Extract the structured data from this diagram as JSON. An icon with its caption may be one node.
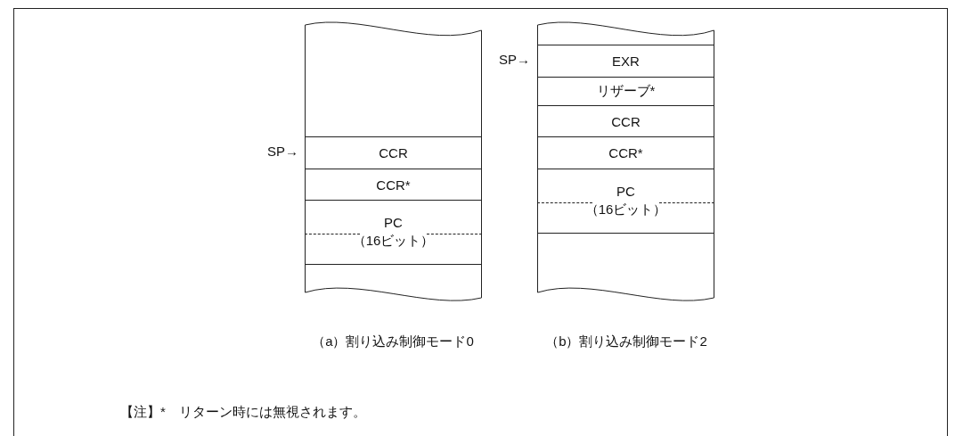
{
  "diagram": {
    "nodes": [
      {
        "text": [],
        "shape": "box"
      },
      {
        "text": [
          "CCR"
        ],
        "in": 0
      },
      {
        "text": [
          "CCR*"
        ],
        "in": 0
      },
      {
        "text": [
          "PC",
          "（16ビット）"
        ],
        "in": 0
      },
      {
        "text": [],
        "shape": "box"
      },
      {
        "text": [
          "EXR"
        ],
        "in": 4
      },
      {
        "text": [
          "リザーブ*"
        ],
        "in": 4
      },
      {
        "text": [
          "CCR"
        ],
        "in": 4
      },
      {
        "text": [
          "CCR*"
        ],
        "in": 4
      },
      {
        "text": [
          "PC",
          "（16ビット）"
        ],
        "in": 4
      }
    ],
    "edges": [],
    "labels": [
      "SP→",
      "SP→",
      "（a）割り込み制御モード0",
      "（b）割り込み制御モード2",
      "【注】*　リターン時には無視されます。"
    ]
  }
}
